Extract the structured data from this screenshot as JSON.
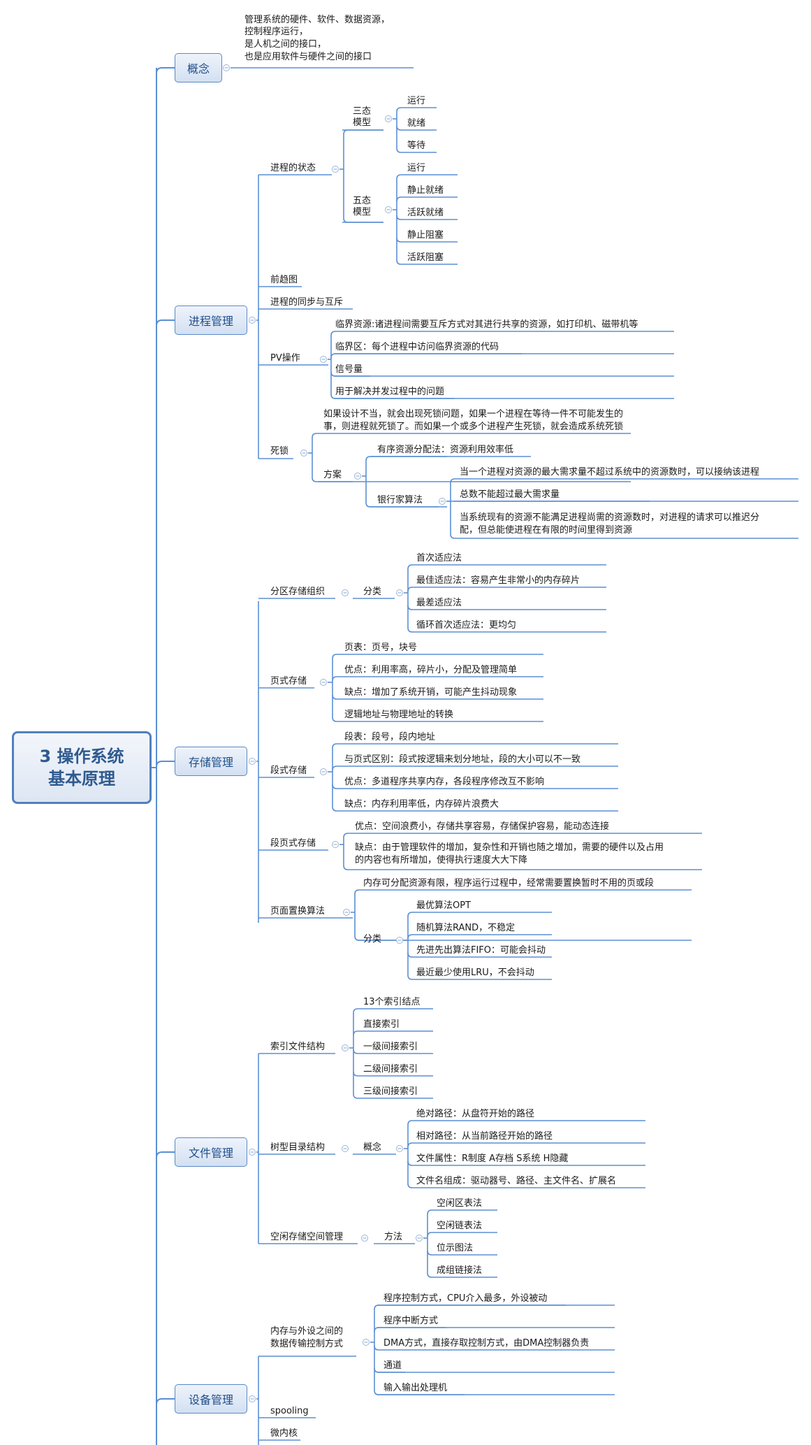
{
  "root": {
    "lines": [
      "3 操作系统",
      "基本原理"
    ]
  },
  "colors": {
    "accent": "#5b8fd3",
    "box_border": "#5a8ac6",
    "root_border": "#4f81bd",
    "root_text": "#2f5a8f"
  },
  "branches": {
    "concept": {
      "label": "概念",
      "desc": [
        "管理系统的硬件、软件、数据资源，",
        "控制程序运行，",
        "是人机之间的接口，",
        "也是应用软件与硬件之间的接口"
      ]
    },
    "process": {
      "label": "进程管理",
      "state": "进程的状态",
      "three_model": "三态模型",
      "three": [
        "运行",
        "就绪",
        "等待"
      ],
      "five_model": "五态模型",
      "five": [
        "运行",
        "静止就绪",
        "活跃就绪",
        "静止阻塞",
        "活跃阻塞"
      ],
      "precedence": "前趋图",
      "sync": "进程的同步与互斥",
      "pv": "PV操作",
      "pv_items": [
        "临界资源:诸进程间需要互斥方式对其进行共享的资源，如打印机、磁带机等",
        "临界区：每个进程中访问临界资源的代码",
        "信号量",
        "用于解决并发过程中的问题"
      ],
      "deadlock": "死锁",
      "deadlock_desc": [
        "如果设计不当，就会出现死锁问题，如果一个进程在等待一件不可能发生的",
        "事，则进程就死锁了。而如果一个或多个进程产生死锁，就会造成系统死锁"
      ],
      "scheme": "方案",
      "ordered": "有序资源分配法：资源利用效率低",
      "banker": "银行家算法",
      "banker_items": [
        "当一个进程对资源的最大需求量不超过系统中的资源数时，可以接纳该进程",
        "总数不能超过最大需求量"
      ],
      "banker_last": [
        "当系统现有的资源不能满足进程尚需的资源数时，对进程的请求可以推迟分",
        "配，但总能使进程在有限的时间里得到资源"
      ]
    },
    "storage": {
      "label": "存储管理",
      "partition": "分区存储组织",
      "classify": "分类",
      "partition_items": [
        "首次适应法",
        "最佳适应法：容易产生非常小的内存碎片",
        "最差适应法",
        "循环首次适应法：更均匀"
      ],
      "page": "页式存储",
      "page_items": [
        "页表：页号，块号",
        "优点：利用率高，碎片小，分配及管理简单",
        "缺点：增加了系统开销，可能产生抖动现象",
        "逻辑地址与物理地址的转换"
      ],
      "segment": "段式存储",
      "segment_items": [
        "段表：段号，段内地址",
        "与页式区别：段式按逻辑来划分地址，段的大小可以不一致",
        "优点：多道程序共享内存，各段程序修改互不影响",
        "缺点：内存利用率低，内存碎片浪费大"
      ],
      "segpage": "段页式存储",
      "segpage_pro": "优点：空间浪费小，存储共享容易，存储保护容易，能动态连接",
      "segpage_con": [
        "缺点：由于管理软件的增加，复杂性和开销也随之增加，需要的硬件以及占用",
        "的内容也有所增加，使得执行速度大大下降"
      ],
      "replace": "页面置换算法",
      "replace_desc": "内存可分配资源有限，程序运行过程中，经常需要置换暂时不用的页或段",
      "replace_items": [
        "最优算法OPT",
        "随机算法RAND，不稳定",
        "先进先出算法FIFO：可能会抖动",
        "最近最少使用LRU，不会抖动"
      ]
    },
    "file": {
      "label": "文件管理",
      "index": "索引文件结构",
      "index_items": [
        "13个索引结点",
        "直接索引",
        "一级间接索引",
        "二级间接索引",
        "三级间接索引"
      ],
      "tree": "树型目录结构",
      "concept": "概念",
      "tree_items": [
        "绝对路径：从盘符开始的路径",
        "相对路径：从当前路径开始的路径",
        "文件属性：R制度 A存档 S系统 H隐藏",
        "文件名组成：驱动器号、路径、主文件名、扩展名"
      ],
      "free": "空闲存储空间管理",
      "method": "方法",
      "free_items": [
        "空闲区表法",
        "空闲链表法",
        "位示图法",
        "成组链接法"
      ]
    },
    "device": {
      "label": "设备管理",
      "transfer": [
        "内存与外设之间的",
        "数据传输控制方式"
      ],
      "transfer_items": [
        "程序控制方式，CPU介入最多，外设被动",
        "程序中断方式",
        "DMA方式，直接存取控制方式，由DMA控制器负责",
        "通道",
        "输入输出处理机"
      ],
      "spooling": "spooling",
      "microkernel": "微内核"
    }
  }
}
